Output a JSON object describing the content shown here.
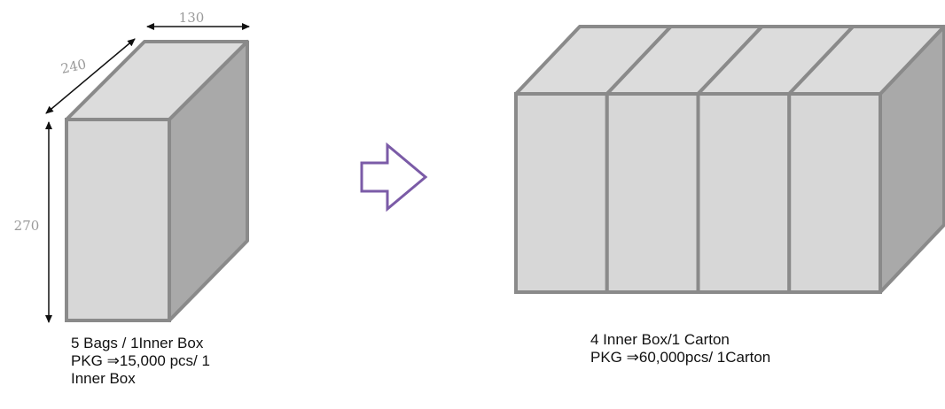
{
  "inner_box": {
    "dimensions": {
      "width": "130",
      "depth": "240",
      "height": "270"
    },
    "caption": [
      "5 Bags / 1Inner Box",
      "PKG ⇒15,000 pcs/ 1",
      "Inner Box"
    ]
  },
  "carton": {
    "inner_box_count": 4,
    "caption": [
      "4 Inner Box/1 Carton",
      "PKG ⇒60,000pcs/ 1Carton"
    ]
  },
  "colors": {
    "front": "#d7d7d7",
    "top": "#dcdcdc",
    "side": "#a9a9a9",
    "edge": "#8a8a8a",
    "arrow": "#7b5ba7",
    "dimension_line": "#111111"
  },
  "icons": [
    "arrow-right-outline-icon"
  ]
}
